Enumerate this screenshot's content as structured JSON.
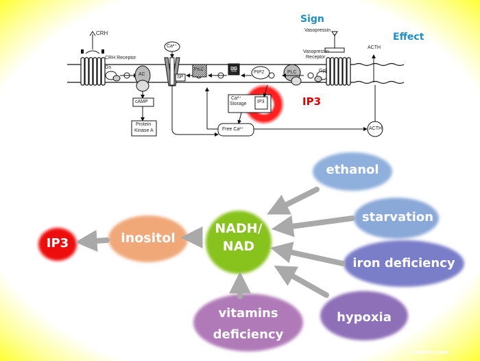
{
  "pathway": {
    "labels": {
      "crh": "CRH",
      "crh_receptor": "CRH Receptor",
      "g_s": "Gs",
      "ac": "AC",
      "camp": "cAMP",
      "pka_line1": "Protein",
      "pka_line2": "Kinase A",
      "ca": "Ca²⁺",
      "sp": "SP",
      "pkc": "PKC",
      "dg": "DG",
      "pip2": "PIP2",
      "plc": "PLC",
      "ca_storage_line1": "Ca²⁺",
      "ca_storage_line2": "Storage",
      "ip3_small": "IP3",
      "free_ca": "Free Ca²⁺",
      "vasopressin": "Vasopressin",
      "vaso_receptor_line1": "Vasopressin",
      "vaso_receptor_line2": "Receptor",
      "g_pl": "Gpl",
      "acth_top": "ACTH",
      "acth_bottom": "ACTH",
      "plus": "+"
    },
    "sign_label": "Sign",
    "effect_label": "Effect",
    "ip3_callout": "IP3"
  },
  "network": {
    "nadh_line1": "NADH/",
    "nadh_line2": "NAD",
    "inositol": "inositol",
    "ip3": "IP3",
    "ethanol": "ethanol",
    "starvation": "starvation",
    "iron_deficiency": "iron deficiency",
    "hypoxia": "hypoxia",
    "vitamins_line1": "vitamins",
    "vitamins_line2": "deficiency"
  },
  "colors": {
    "nadh": "#88c21a",
    "inositol": "#f0a878",
    "ip3": "#ee1111",
    "ethanol": "#8fb0dc",
    "starvation": "#8aa8d8",
    "iron_deficiency": "#7a7ec8",
    "hypoxia": "#8e6fb8",
    "vitamins": "#b07ab8",
    "arrow": "#a9a9a9",
    "sign_text": "#1e90c8"
  },
  "footer": "FRAMES 2000"
}
